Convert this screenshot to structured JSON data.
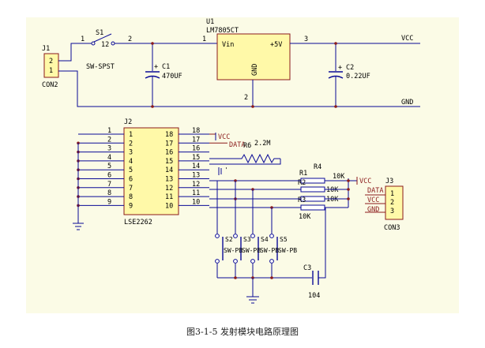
{
  "caption": "图3-1-5   发射模块电路原理图",
  "power": {
    "j1_ref": "J1",
    "j1_val": "CON2",
    "j1_pin2": "2",
    "j1_pin1": "1",
    "s1_ref": "S1",
    "s1_val": "SW-SPST",
    "s1_p1": "1",
    "s1_mid": "12",
    "s1_p2": "2",
    "c1_ref": "C1",
    "c1_val": "470UF",
    "c1_plus": "+",
    "u1_ref": "U1",
    "u1_val": "LM7805CT",
    "u1_vin": "Vin",
    "u1_out": "+5V",
    "u1_gnd": "GND",
    "u1_pin1": "1",
    "u1_pin2": "2",
    "u1_pin3": "3",
    "c2_ref": "C2",
    "c2_val": "0.22UF",
    "c2_plus": "+",
    "vcc": "VCC",
    "gnd": "GND"
  },
  "encoder": {
    "ref": "J2",
    "val": "LSE2262",
    "left_pins": [
      "1",
      "2",
      "3",
      "4",
      "5",
      "6",
      "7",
      "8",
      "9"
    ],
    "right_pins": [
      "18",
      "17",
      "16",
      "15",
      "14",
      "13",
      "12",
      "11",
      "10"
    ],
    "vcc_label": "VCC",
    "data_label": "DATA",
    "r6_ref": "R6",
    "r6_val": "2.2M"
  },
  "resistors": {
    "r1": "R1",
    "r2": "R2",
    "r3": "R3",
    "r4": "R4",
    "v1": "10K",
    "v2": "10K",
    "v3": "10K",
    "v4": "10K",
    "vcc": "VCC"
  },
  "buttons": {
    "s2": "S2",
    "s3": "S3",
    "s4": "S4",
    "s5": "S5",
    "l2": "SW-PB",
    "l3": "SW-PB",
    "l4": "SW-PB",
    "l5": "SW-PB"
  },
  "c3": {
    "ref": "C3",
    "val": "104"
  },
  "j3": {
    "ref": "J3",
    "val": "CON3",
    "data": "DATA",
    "vcc": "VCC",
    "gnd": "GND",
    "p1": "1",
    "p2": "2",
    "p3": "3"
  }
}
